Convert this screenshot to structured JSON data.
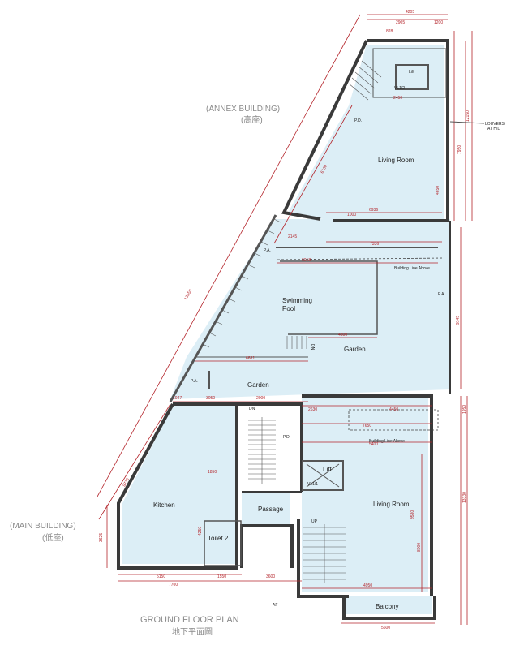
{
  "buildings": {
    "annex_en": "(ANNEX BUILDING)",
    "annex_zh": "(高座)",
    "main_en": "(MAIN BUILDING)",
    "main_zh": "(低座)"
  },
  "plan_title": {
    "en": "GROUND FLOOR PLAN",
    "zh": "地下平面圖"
  },
  "rooms": {
    "living_room_upper": "Living Room",
    "swimming_pool_1": "Swimming",
    "swimming_pool_2": "Pool",
    "garden_upper": "Garden",
    "garden_lower": "Garden",
    "kitchen": "Kitchen",
    "passage": "Passage",
    "toilet": "Toilet 2",
    "living_room_lower": "Living Room",
    "balcony": "Balcony",
    "lift_upper": "Lift",
    "lift_lower": "Lift"
  },
  "notes": {
    "louvers_1": "LOUVERS",
    "louvers_2": "AT H/L",
    "building_line_1": "Building Line Above",
    "building_line_2": "Building Line Above",
    "pd_1": "P.D.",
    "pd_2": "P.D.",
    "pa_1": "P.A.",
    "pa_2": "P.A.",
    "pa_3": "P.A.",
    "dn_1": "DN",
    "dn_2": "DN",
    "up_1": "UP",
    "af": "AF",
    "vl1_2": "VL1/2",
    "vl1_1": "VL1/1"
  },
  "dimensions": {
    "top_4205": "4205",
    "top_2905": "2905",
    "top_1200": "1200",
    "top_828": "828",
    "d_6936": "6936",
    "d_7336": "7336",
    "d_6018": "6018",
    "d_4300": "4300",
    "d_6681": "6681",
    "d_1047": "1047",
    "d_3050": "3050",
    "d_2000": "2000",
    "d_4450": "4450",
    "d_7650": "7650",
    "d_5400": "5400",
    "d_5150": "5150",
    "d_7700": "7700",
    "d_1550": "1550",
    "d_3600": "3600",
    "d_4950": "4950",
    "d_5600": "5600",
    "d_12150": "12150",
    "d_7950": "7950",
    "d_9145": "9145",
    "d_13330": "13330",
    "d_8000": "8000",
    "d_4650": "4650",
    "d_2450": "2450",
    "d_1950": "1950",
    "d_2630": "2630",
    "d_8776": "8776",
    "d_13550": "13550",
    "d_6130": "6130",
    "d_2145": "2145",
    "d_3625": "3625",
    "d_9580": "9580",
    "d_1850": "1850",
    "d_4250": "4250",
    "d_1000": "1000"
  }
}
